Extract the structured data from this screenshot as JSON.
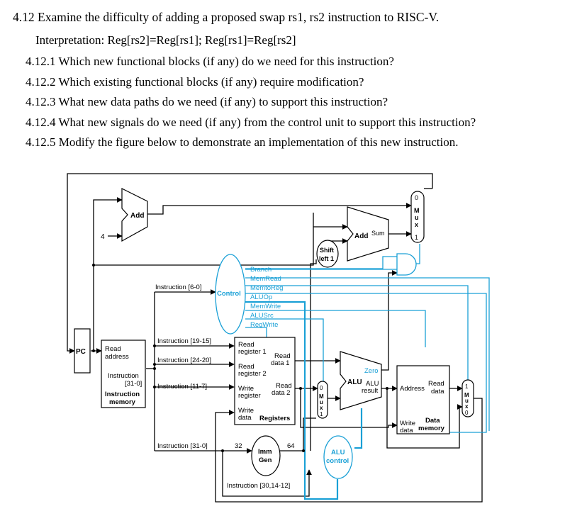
{
  "question": {
    "title": "4.12 Examine the difficulty of adding a proposed swap rs1, rs2 instruction to RISC-V.",
    "interpretation": "Interpretation: Reg[rs2]=Reg[rs1]; Reg[rs1]=Reg[rs2]",
    "items": [
      "4.12.1 Which new functional blocks (if any) do we need for this instruction?",
      "4.12.2 Which existing functional blocks (if any) require modification?",
      "4.12.3 What new data paths do we need (if any) to support this instruction?",
      "4.12.4 What new signals do we need (if any) from the control unit to support this instruction?",
      "4.12.5 Modify the figure below to demonstrate an implementation of this new instruction."
    ]
  },
  "figure": {
    "pc": "PC",
    "add": "Add",
    "four": "4",
    "add_sum": "Add",
    "sum": "Sum",
    "shift_left": [
      "Shift",
      "left 1"
    ],
    "control": "Control",
    "control_signals": [
      "Branch",
      "MemRead",
      "MemtoReg",
      "ALUOp",
      "MemWrite",
      "ALUSrc",
      "RegWrite"
    ],
    "instr_labels": {
      "i60": "Instruction [6-0]",
      "i1915": "Instruction [19-15]",
      "i2420": "Instruction [24-20]",
      "i117": "Instruction [11-7]",
      "i310": "Instruction [31-0]",
      "i30": "Instruction [30,14-12]"
    },
    "imem": {
      "read_address": [
        "Read",
        "address"
      ],
      "instruction": [
        "Instruction",
        "[31-0]"
      ],
      "name": [
        "Instruction",
        "memory"
      ]
    },
    "registers": {
      "read_reg1": [
        "Read",
        "register 1"
      ],
      "read_reg2": [
        "Read",
        "register 2"
      ],
      "write_reg": [
        "Write",
        "register"
      ],
      "write_data": [
        "Write",
        "data"
      ],
      "read_data1": [
        "Read",
        "data 1"
      ],
      "read_data2": [
        "Read",
        "data 2"
      ],
      "name": "Registers"
    },
    "alu": {
      "zero": "Zero",
      "alu": "ALU",
      "result": [
        "ALU",
        "result"
      ]
    },
    "dmem": {
      "address": "Address",
      "read_data": [
        "Read",
        "data"
      ],
      "write_data": [
        "Write",
        "data"
      ],
      "name": [
        "Data",
        "memory"
      ]
    },
    "imm_gen": [
      "Imm",
      "Gen"
    ],
    "bits_32": "32",
    "bits_64": "64",
    "alu_control": [
      "ALU",
      "control"
    ],
    "mux_letters": [
      "M",
      "u",
      "x"
    ],
    "mux_top": [
      "0",
      "1"
    ],
    "mux_alu": [
      "0",
      "1"
    ],
    "mux_wb": [
      "1",
      "0"
    ],
    "colors": {
      "control": "#1aa0d6",
      "wire": "#000000"
    }
  }
}
